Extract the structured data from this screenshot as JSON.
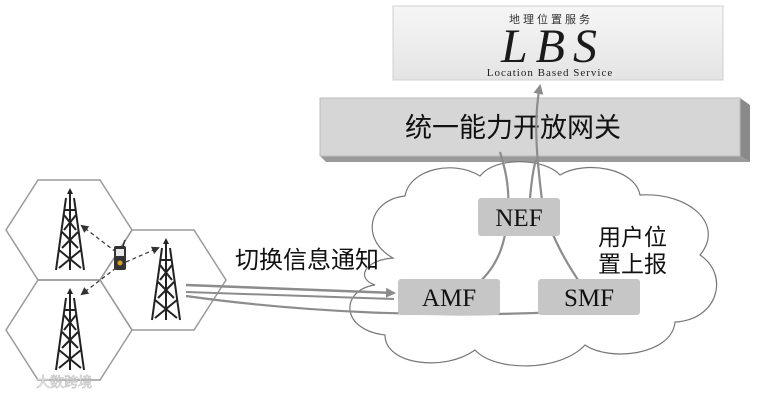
{
  "lbs_banner": {
    "subtitle_cn": "地理位置服务",
    "acronym": "LBS",
    "full_name": "Location Based Service"
  },
  "gateway": {
    "label": "统一能力开放网关"
  },
  "core": {
    "nef_label": "NEF",
    "amf_label": "AMF",
    "smf_label": "SMF"
  },
  "annotations": {
    "handover_notice": "切换信息通知",
    "user_location_report": [
      "用户位",
      "置上报"
    ]
  },
  "watermark": {
    "text": "大数跨境"
  },
  "colors": {
    "box_fill": "#c6c6c6",
    "box_shadow": "#8a8a8a",
    "arrow": "#8c8c8c",
    "cloud_stroke": "#777777",
    "tower": "#222222",
    "hex_stroke": "#9a9a9a"
  }
}
